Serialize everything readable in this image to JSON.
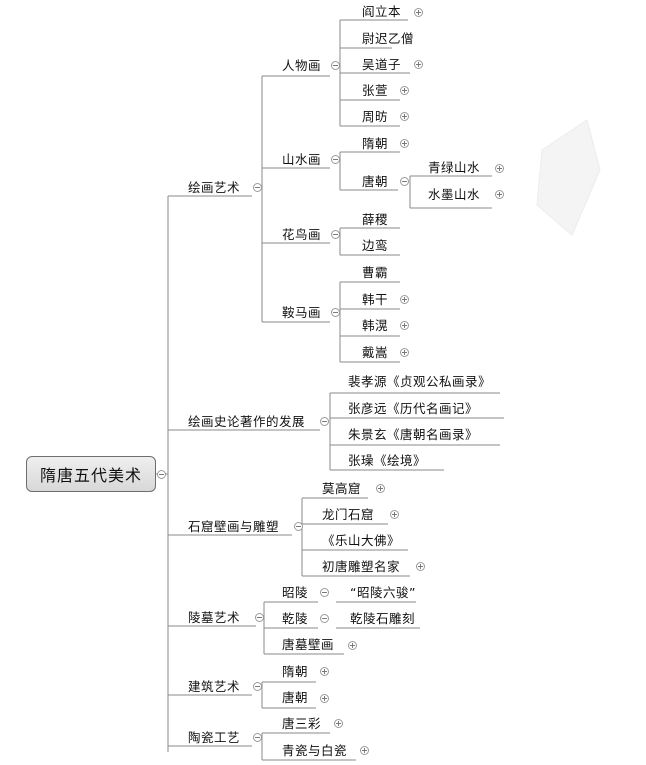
{
  "root": "隋唐五代美术",
  "branches": {
    "huihua": "绘画艺术",
    "shilun": "绘画史论著作的发展",
    "shiku": "石窟壁画与雕塑",
    "lingmu": "陵墓艺术",
    "jianzhu": "建筑艺术",
    "taoci": "陶瓷工艺"
  },
  "huihua": {
    "renwu": {
      "label": "人物画",
      "items": [
        "阎立本",
        "尉迟乙僧",
        "吴道子",
        "张萱",
        "周昉"
      ]
    },
    "shanshui": {
      "label": "山水画",
      "sui": "隋朝",
      "tang": "唐朝",
      "tang_items": [
        "青绿山水",
        "水墨山水"
      ]
    },
    "huaniao": {
      "label": "花鸟画",
      "items": [
        "薛稷",
        "边鸾"
      ]
    },
    "anma": {
      "label": "鞍马画",
      "items": [
        "曹霸",
        "韩干",
        "韩滉",
        "戴嵩"
      ]
    }
  },
  "shilun": [
    "裴孝源《贞观公私画录》",
    "张彦远《历代名画记》",
    "朱景玄《唐朝名画录》",
    "张璪《绘境》"
  ],
  "shiku": [
    "莫高窟",
    "龙门石窟",
    "《乐山大佛》",
    "初唐雕塑名家"
  ],
  "lingmu": {
    "zhaoling": "昭陵",
    "zhaoling_child": "“昭陵六骏”",
    "qianling": "乾陵",
    "qianling_child": "乾陵石雕刻",
    "bihua": "唐墓壁画"
  },
  "jianzhu": [
    "隋朝",
    "唐朝"
  ],
  "taoci": [
    "唐三彩",
    "青瓷与白瓷"
  ],
  "colors": {
    "line": "#8a8a8a",
    "root_fill": "#e2e2e2",
    "root_border": "#6e6e6e"
  }
}
